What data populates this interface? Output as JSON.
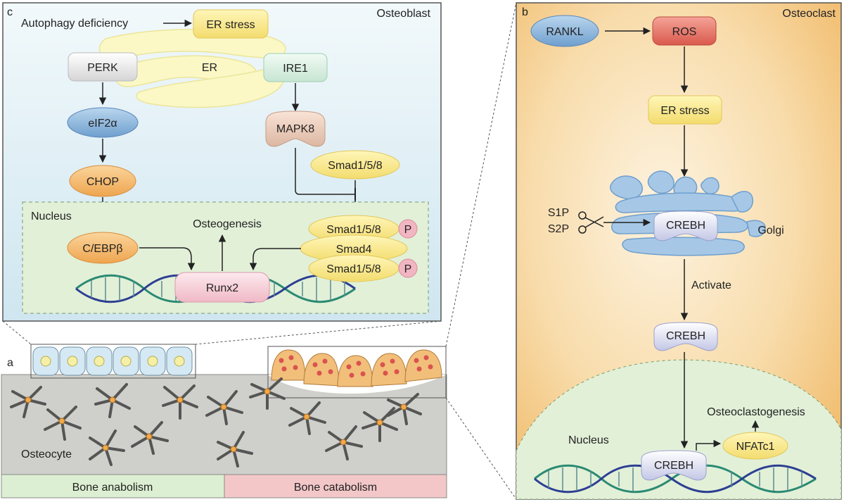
{
  "panel_c": {
    "letter": "c",
    "cell_label": "Osteoblast",
    "autophagy": "Autophagy deficiency",
    "er_stress": "ER stress",
    "perk": "PERK",
    "er": "ER",
    "ire1": "IRE1",
    "eif2a": "eIF2α",
    "mapk8": "MAPK8",
    "chop": "CHOP",
    "smad158_free": "Smad1/5/8",
    "nucleus": "Nucleus",
    "osteogenesis": "Osteogenesis",
    "cebpb": "C/EBPβ",
    "runx2": "Runx2",
    "smad158_top": "Smad1/5/8",
    "smad4": "Smad4",
    "smad158_bottom": "Smad1/5/8",
    "p_top": "P",
    "p_bottom": "P"
  },
  "panel_a": {
    "letter": "a",
    "osteocyte": "Osteocyte",
    "anabolism": "Bone anabolism",
    "catabolism": "Bone catabolism"
  },
  "panel_b": {
    "letter": "b",
    "cell_label": "Osteoclast",
    "rankl": "RANKL",
    "ros": "ROS",
    "er_stress": "ER stress",
    "s1p": "S1P",
    "s2p": "S2P",
    "golgi": "Golgi",
    "crebh_golgi": "CREBH",
    "activate": "Activate",
    "crebh_active": "CREBH",
    "osteoclastogenesis": "Osteoclastogenesis",
    "nucleus": "Nucleus",
    "crebh_nucleus": "CREBH",
    "nfatc1": "NFATc1"
  },
  "colors": {
    "osteoblast_bg": "#d8ecf4",
    "osteoclast_bg": "#f3c98a",
    "nucleus_green": "#e2f0d8",
    "bone_gray": "#cfcfcb",
    "anabolism_green": "#dcefd2",
    "catabolism_red": "#f3c7c8"
  }
}
